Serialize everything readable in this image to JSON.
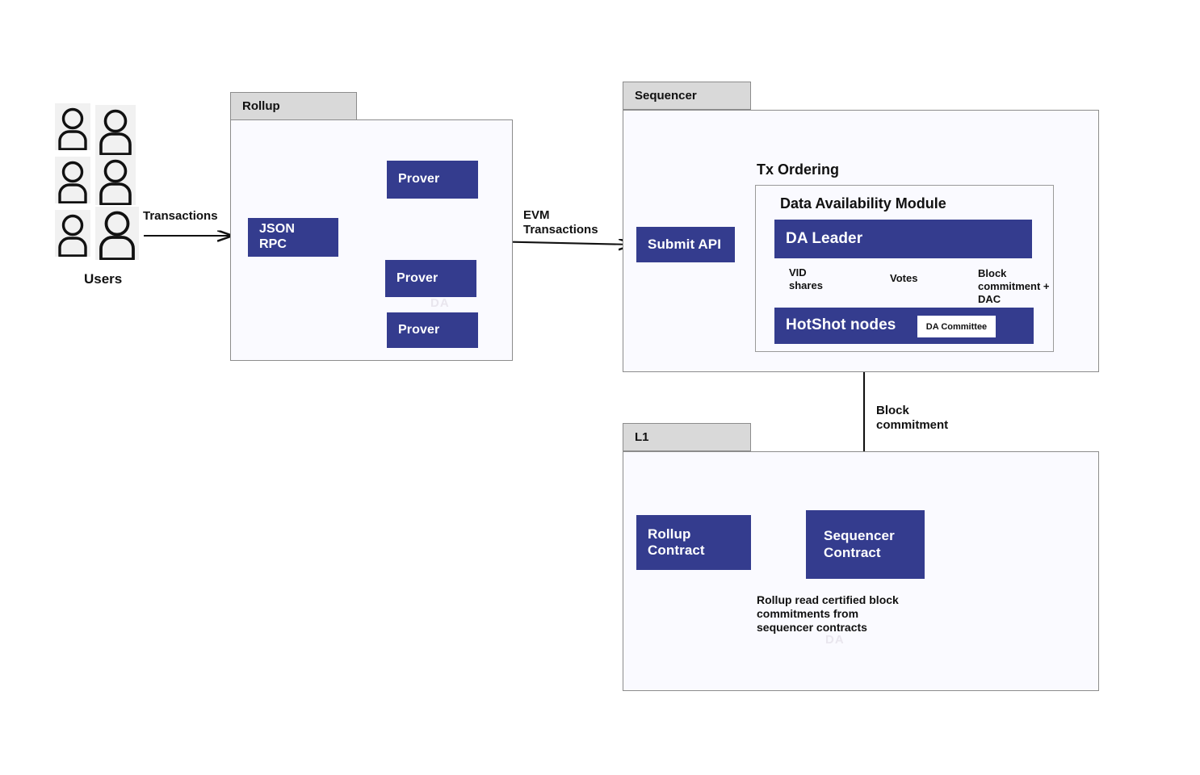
{
  "diagram": {
    "title": "Rollup / Sequencer / L1 architecture",
    "colors": {
      "node_blue": "#343c8e",
      "package_tab_gray": "#d9d9d9",
      "package_body": "#fafaff",
      "border_gray": "#8c8c8c",
      "text_dark": "#111111",
      "user_cell_gray": "#f1f1f1",
      "watermark": "#e9e6ee"
    }
  },
  "users": {
    "caption": "Users",
    "icon": "person-icon",
    "rows": 3,
    "columns": 2
  },
  "edges": {
    "transactions": "Transactions",
    "evm_transactions": "EVM\nTransactions",
    "vid_shares": "VID\nshares",
    "votes": "Votes",
    "block_commitment_dac": "Block\ncommitment +\nDAC",
    "block_commitment": "Block\ncommitment"
  },
  "rollup_package": {
    "tab_label": "Rollup",
    "json_rpc": "JSON\nRPC",
    "provers": [
      {
        "label": "Prover"
      },
      {
        "label": "Prover"
      },
      {
        "label": "Prover"
      }
    ]
  },
  "sequencer_package": {
    "tab_label": "Sequencer",
    "submit_api": "Submit API",
    "tx_ordering_label": "Tx Ordering",
    "da_module": {
      "title": "Data Availability Module",
      "da_leader": "DA Leader",
      "hotshot_nodes": "HotShot nodes",
      "da_committee": "DA Committee"
    }
  },
  "l1_package": {
    "tab_label": "L1",
    "rollup_contract": "Rollup\nContract",
    "sequencer_contract": "Sequencer\nContract",
    "note": "Rollup read certified block\ncommitments from\nsequencer contracts"
  },
  "watermarks": {
    "rollup": "DA",
    "l1": "DA"
  }
}
